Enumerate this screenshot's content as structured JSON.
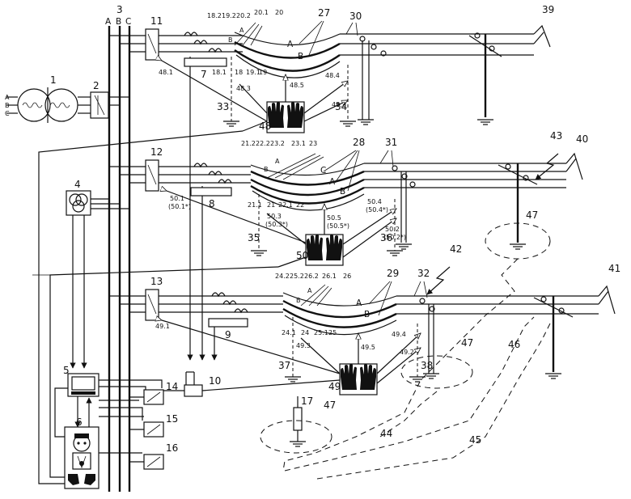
{
  "labels": {
    "phase_a": "A",
    "phase_b": "B",
    "phase_c": "C",
    "n1": "1",
    "n2": "2",
    "n3": "3",
    "n4": "4",
    "n5": "5",
    "n6": "6",
    "n7": "7",
    "n8": "8",
    "n9": "9",
    "n10": "10",
    "n11": "11",
    "n12": "12",
    "n13": "13",
    "n14": "14",
    "n15": "15",
    "n16": "16",
    "n17": "17",
    "n18": "18",
    "n18_1": "18.1",
    "n18_2": "18.2",
    "n19": "19",
    "n19_1": "19.1",
    "n19_2": "19.2",
    "n20": "20",
    "n20_1": "20.1",
    "n20_2": "20.2",
    "n21": "21",
    "n21_1": "21.1",
    "n21_2": "21.2",
    "n22": "22",
    "n22_1": "22.1",
    "n22_2": "22.2",
    "n23": "23",
    "n23_1": "23.1",
    "n23_2": "23.2",
    "n24_1": "24.1",
    "n24_2": "24.2",
    "n24": "24",
    "n25": "25",
    "n25_1": "25.1",
    "n25_2": "25.2",
    "n26": "26",
    "n26_1": "26.1",
    "n26_2": "26.2",
    "n27": "27",
    "n28": "28",
    "n29": "29",
    "n30": "30",
    "n31": "31",
    "n32": "32",
    "n33": "33",
    "n34": "34",
    "n35": "35",
    "n36": "36",
    "n37": "37",
    "n38": "38",
    "n39": "39",
    "n40": "40",
    "n41": "41",
    "n42": "42",
    "n43": "43",
    "n44": "44",
    "n45": "45",
    "n46": "46",
    "n47a": "47",
    "n47b": "47",
    "n47c": "47",
    "n48": "48",
    "n48_1": "48.1",
    "n48_2": "48.2",
    "n48_3": "48.3",
    "n48_4": "48.4",
    "n48_5": "48.5",
    "n49": "49",
    "n49_1": "49.1",
    "n49_2": "49.2",
    "n49_3": "49.3",
    "n49_4": "49.4",
    "n49_5": "49.5",
    "n50": "50",
    "n50_1": "50.1",
    "n50_1b": "(50.1*)",
    "n50_2": "50.2",
    "n50_2b": "(50.2*)",
    "n50_3": "50.3",
    "n50_3b": "(50.3*)",
    "n50_4": "50.4",
    "n50_4b": "(50.4*)",
    "n50_5": "50.5",
    "n50_5b": "(50.5*)",
    "cable_a": "A",
    "cable_b": "B",
    "cable_c": "C"
  },
  "icons": {
    "glove": "glove-icon",
    "robot": "robot-operator-icon",
    "computer": "computer-monitor-icon",
    "transformer": "transformer-icon",
    "ground": "ground-icon",
    "lightning": "lightning-icon"
  }
}
